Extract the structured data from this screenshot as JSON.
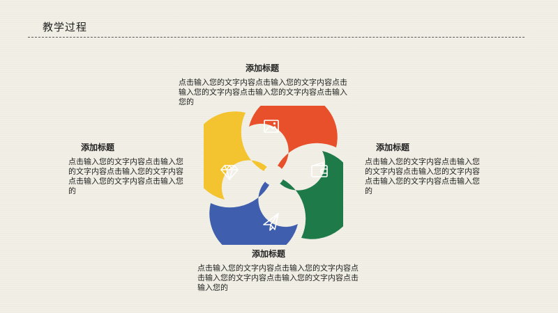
{
  "page": {
    "title": "教学过程"
  },
  "blocks": {
    "top": {
      "heading": "添加标题",
      "body": "点击输入您的文字内容点击输入您的文字内容点击输入您的文字内容点击输入您的文字内容点击输入您的"
    },
    "left": {
      "heading": "添加标题",
      "body": "点击输入您的文字内容点击输入您的文字内容点击输入您的文字内容点击输入您的文字内容点击输入您的"
    },
    "right": {
      "heading": "添加标题",
      "body": "点击输入您的文字内容点击输入您的文字内容点击输入您的文字内容点击输入您的文字内容点击输入您的"
    },
    "bottom": {
      "heading": "添加标题",
      "body": "点击输入您的文字内容点击输入您的文字内容点击输入您的文字内容点击输入您的文字内容点击输入您的"
    }
  },
  "diagram": {
    "segments": [
      {
        "name": "top",
        "color": "#e8502c",
        "icon": "picture-icon"
      },
      {
        "name": "right",
        "color": "#1f7a4a",
        "icon": "wallet-icon"
      },
      {
        "name": "bottom",
        "color": "#3f5fae",
        "icon": "paper-plane-icon"
      },
      {
        "name": "left",
        "color": "#f4c430",
        "icon": "diamond-icon"
      }
    ]
  }
}
